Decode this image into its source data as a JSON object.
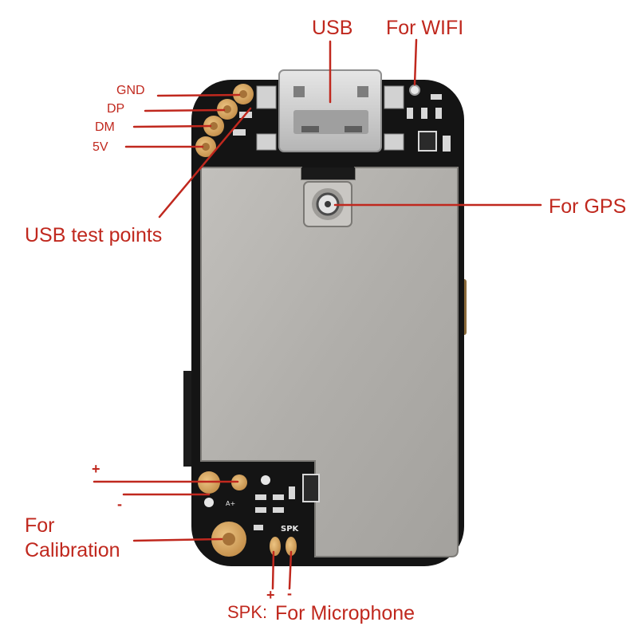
{
  "colors": {
    "annotation": "#c0281e",
    "board": "#141414",
    "shield": "#b3b1ad",
    "pad_gold": "#d4a35c",
    "connector_silver": "#c9c9c9"
  },
  "labels": {
    "usb": "USB",
    "wifi": "For WIFI",
    "gnd": "GND",
    "dp": "DP",
    "dm": "DM",
    "v5": "5V",
    "usb_test_points": "USB test points",
    "gps": "For GPS",
    "plus_left": "+",
    "minus_left": "-",
    "calibration_line1": "For",
    "calibration_line2": "Calibration",
    "plus_bottom": "+",
    "minus_bottom": "-",
    "spk": "SPK:",
    "microphone": "For Microphone"
  },
  "silkscreen": {
    "spk": "SPK",
    "a_plus": "A+"
  }
}
